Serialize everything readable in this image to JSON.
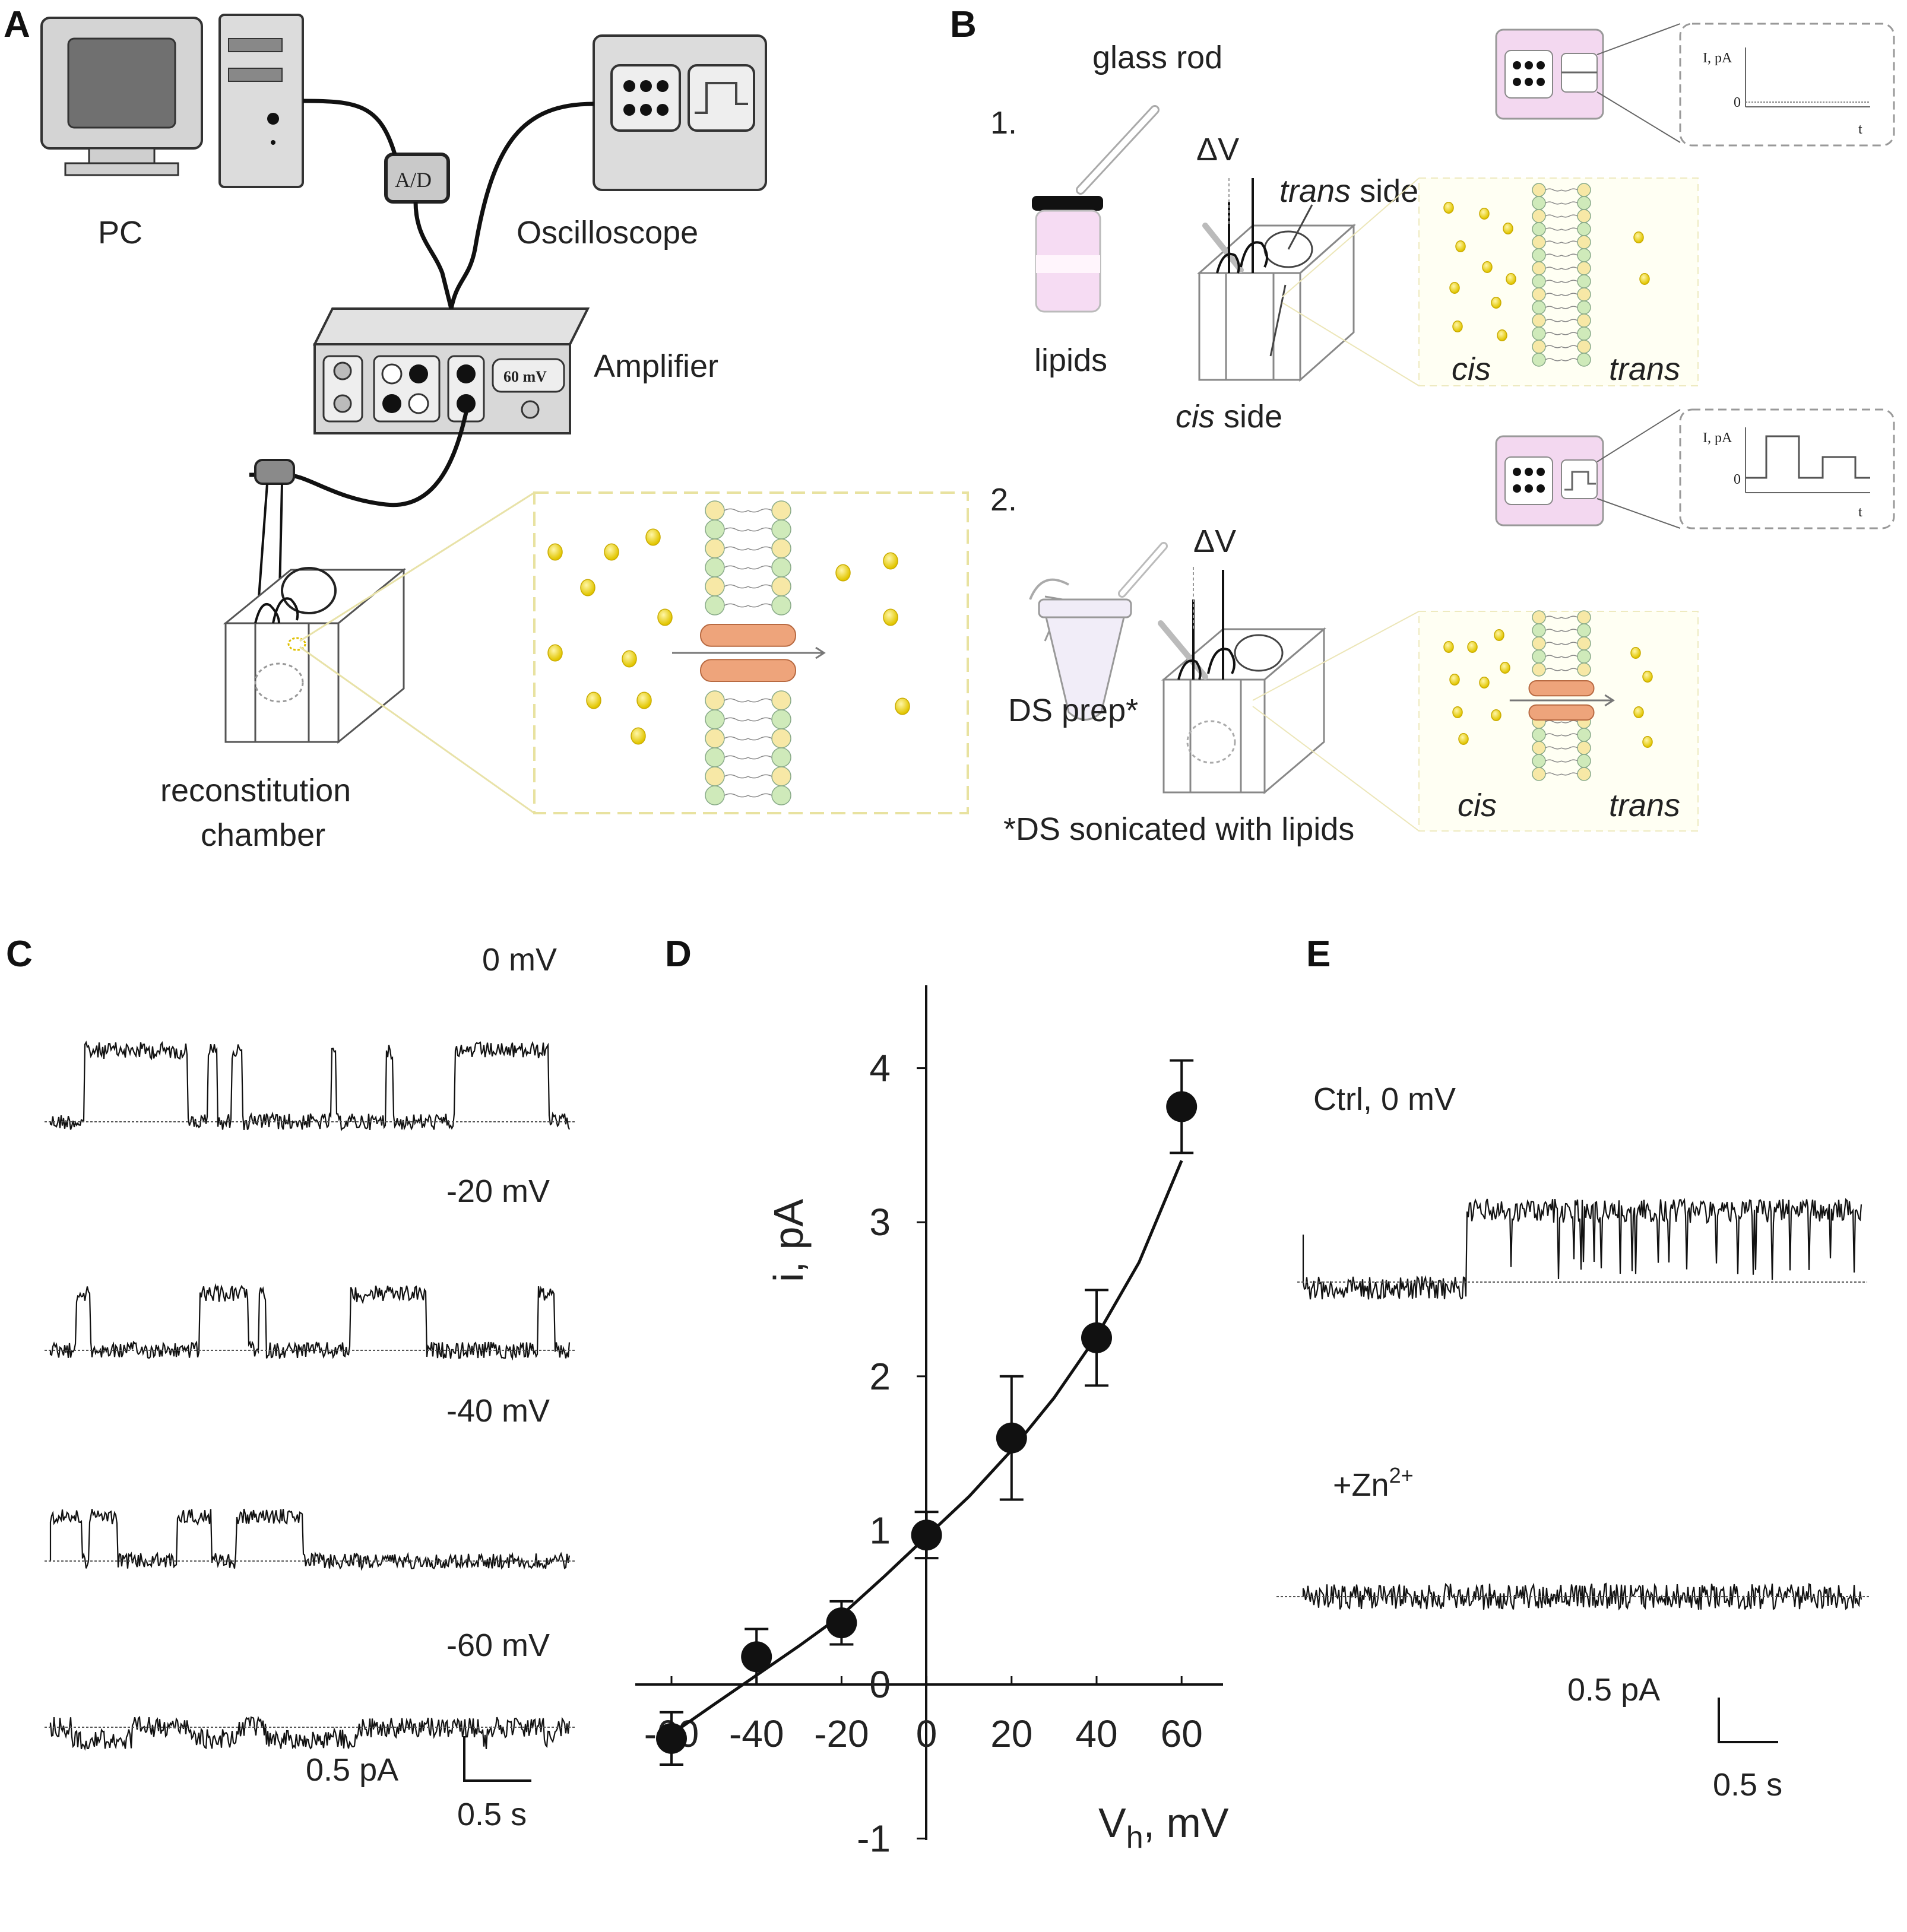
{
  "panels": {
    "a": "A",
    "b": "B",
    "c": "C",
    "d": "D",
    "e": "E"
  },
  "panel_a": {
    "pc": "PC",
    "ad": "A/D",
    "oscilloscope": "Oscilloscope",
    "amplifier": "Amplifier",
    "amp_display": "60 mV",
    "chamber_line1": "reconstitution",
    "chamber_line2": "chamber"
  },
  "panel_b": {
    "step1": "1.",
    "step2": "2.",
    "glass_rod": "glass rod",
    "delta_v": "ΔV",
    "trans_side_italic": "trans",
    "trans_side_rest": " side",
    "lipids": "lipids",
    "cis_side_italic": "cis",
    "cis_side_rest": " side",
    "cis": "cis",
    "trans": "trans",
    "ds_prep": "DS prep*",
    "footnote": "*DS sonicated with lipids",
    "scope_ylabel": "I, pA",
    "scope_zero": "0",
    "scope_t": "t"
  },
  "panel_c": {
    "traces": [
      "0 mV",
      "-20 mV",
      "-40 mV",
      "-60 mV"
    ],
    "scale_pa": "0.5 pA",
    "scale_s": "0.5 s"
  },
  "panel_e": {
    "ctrl": "Ctrl, 0 mV",
    "zn_prefix": "+Zn",
    "zn_sup": "2+",
    "scale_pa": "0.5 pA",
    "scale_s": "0.5 s"
  },
  "chart_data": {
    "type": "scatter",
    "xlabel_main": "V",
    "xlabel_sub": "h",
    "xlabel_rest": ", mV",
    "ylabel": "i, pA",
    "xlim": [
      -64,
      70
    ],
    "ylim": [
      -1,
      4.4
    ],
    "x_ticks": [
      -60,
      -40,
      -20,
      0,
      20,
      40,
      60
    ],
    "x_tick_labels": [
      "-60",
      "-40",
      "-20",
      "0",
      "20",
      "40",
      "60"
    ],
    "y_ticks": [
      -1,
      0,
      1,
      2,
      3,
      4
    ],
    "y_tick_labels": [
      "-1",
      "0",
      "1",
      "2",
      "3",
      "4"
    ],
    "points": [
      {
        "x": -60,
        "y": -0.35,
        "err": 0.17
      },
      {
        "x": -40,
        "y": 0.18,
        "err": 0.18
      },
      {
        "x": -20,
        "y": 0.4,
        "err": 0.14
      },
      {
        "x": 0,
        "y": 0.97,
        "err": 0.15
      },
      {
        "x": 20,
        "y": 1.6,
        "err": 0.4
      },
      {
        "x": 40,
        "y": 2.25,
        "err": 0.31
      },
      {
        "x": 60,
        "y": 3.75,
        "err": 0.3
      }
    ],
    "fit_curve": {
      "x": [
        -62,
        -50,
        -40,
        -30,
        -20,
        -10,
        0,
        10,
        20,
        30,
        40,
        50,
        60
      ],
      "y": [
        -0.36,
        -0.13,
        0.06,
        0.25,
        0.45,
        0.7,
        0.96,
        1.22,
        1.52,
        1.86,
        2.26,
        2.74,
        3.4
      ]
    },
    "grid": false
  }
}
